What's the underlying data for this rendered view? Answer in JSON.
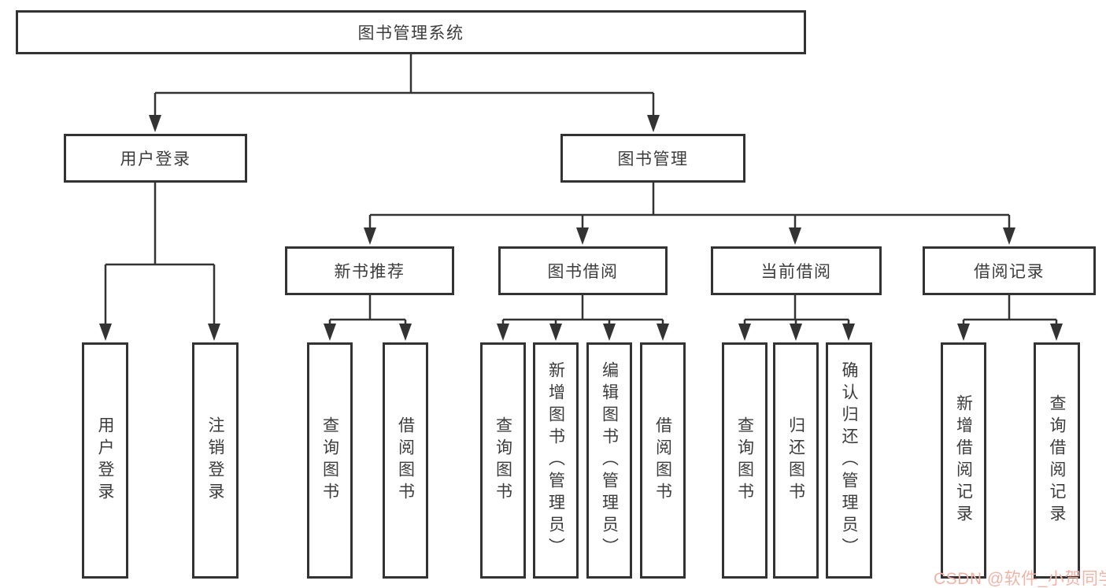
{
  "diagram": {
    "root": {
      "label": "图书管理系统"
    },
    "branches": [
      {
        "label": "用户登录"
      },
      {
        "label": "图书管理"
      }
    ],
    "sections": [
      {
        "label": "新书推荐"
      },
      {
        "label": "图书借阅"
      },
      {
        "label": "当前借阅"
      },
      {
        "label": "借阅记录"
      }
    ],
    "leaves": [
      {
        "label": "用户登录",
        "parent": "用户登录"
      },
      {
        "label": "注销登录",
        "parent": "用户登录"
      },
      {
        "label": "查询图书",
        "parent": "新书推荐"
      },
      {
        "label": "借阅图书",
        "parent": "新书推荐"
      },
      {
        "label": "查询图书",
        "parent": "图书借阅"
      },
      {
        "label": "新增图书（管理员）",
        "parent": "图书借阅"
      },
      {
        "label": "编辑图书（管理员）",
        "parent": "图书借阅"
      },
      {
        "label": "借阅图书",
        "parent": "图书借阅"
      },
      {
        "label": "查询图书",
        "parent": "当前借阅"
      },
      {
        "label": "归还图书",
        "parent": "当前借阅"
      },
      {
        "label": "确认归还（管理员）",
        "parent": "当前借阅"
      },
      {
        "label": "新增借阅记录",
        "parent": "借阅记录"
      },
      {
        "label": "查询借阅记录",
        "parent": "借阅记录"
      }
    ]
  },
  "colors": {
    "line": "#333333",
    "box_border": "#333333",
    "text": "#3c3c3c",
    "watermark": "#f2b3a7",
    "background": "#ffffff"
  },
  "watermark": {
    "text": "CSDN @软件_小贺同学"
  }
}
